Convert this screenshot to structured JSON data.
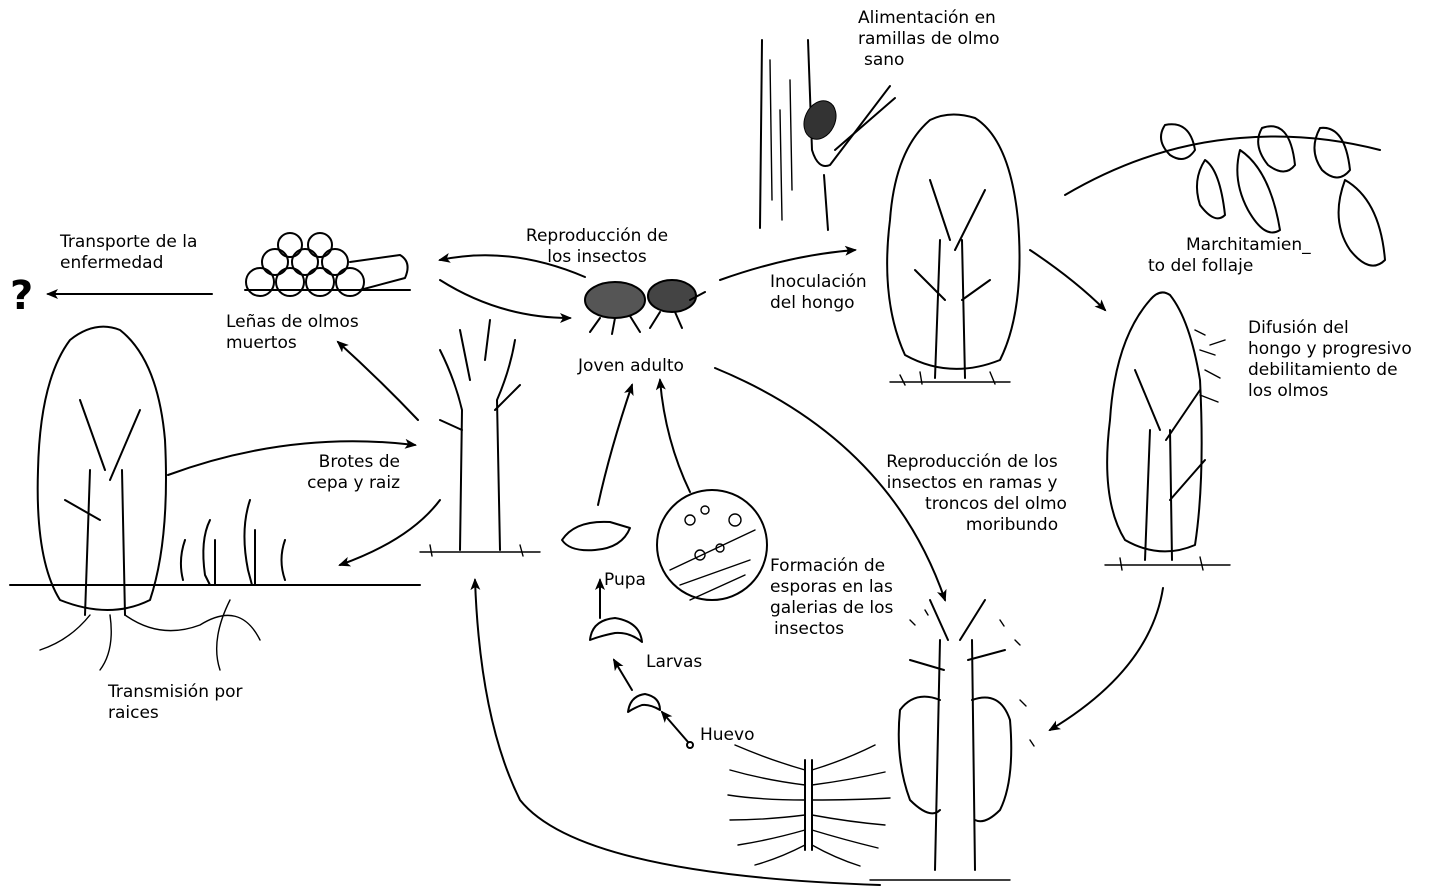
{
  "labels": {
    "alimentacion": [
      "Alimentación en",
      "ramillas de olmo",
      "sano"
    ],
    "transporte": [
      "Transporte de la",
      "enfermedad"
    ],
    "reproduccion_insectos": [
      "Reproducción de",
      "los insectos"
    ],
    "inoculacion": [
      "Inoculación",
      "del hongo"
    ],
    "marchitamiento": [
      "Marchitamien_",
      "to del follaje"
    ],
    "lenas": [
      "Leñas de olmos",
      "muertos"
    ],
    "joven_adulto": [
      "Joven adulto"
    ],
    "difusion": [
      "Difusión del",
      "hongo y progresivo",
      "debilitamiento de",
      "los olmos"
    ],
    "brotes": [
      "Brotes de",
      "cepa y raiz"
    ],
    "reproduccion_ramas": [
      "Reproducción de los",
      "insectos en ramas y",
      "troncos del olmo",
      "moribundo"
    ],
    "pupa": [
      "Pupa"
    ],
    "formacion": [
      "Formación de",
      "esporas en las",
      "galerias de los",
      "insectos"
    ],
    "larvas": [
      "Larvas"
    ],
    "transmision": [
      "Transmisión por",
      "raices"
    ],
    "huevo": [
      "Huevo"
    ]
  },
  "unknown_mark": "?"
}
